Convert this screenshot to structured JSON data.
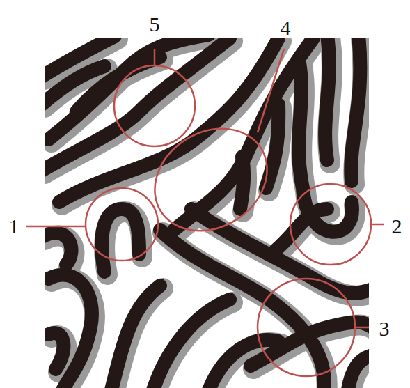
{
  "diagram": {
    "labels": [
      "5",
      "4",
      "1",
      "2",
      "3"
    ]
  }
}
